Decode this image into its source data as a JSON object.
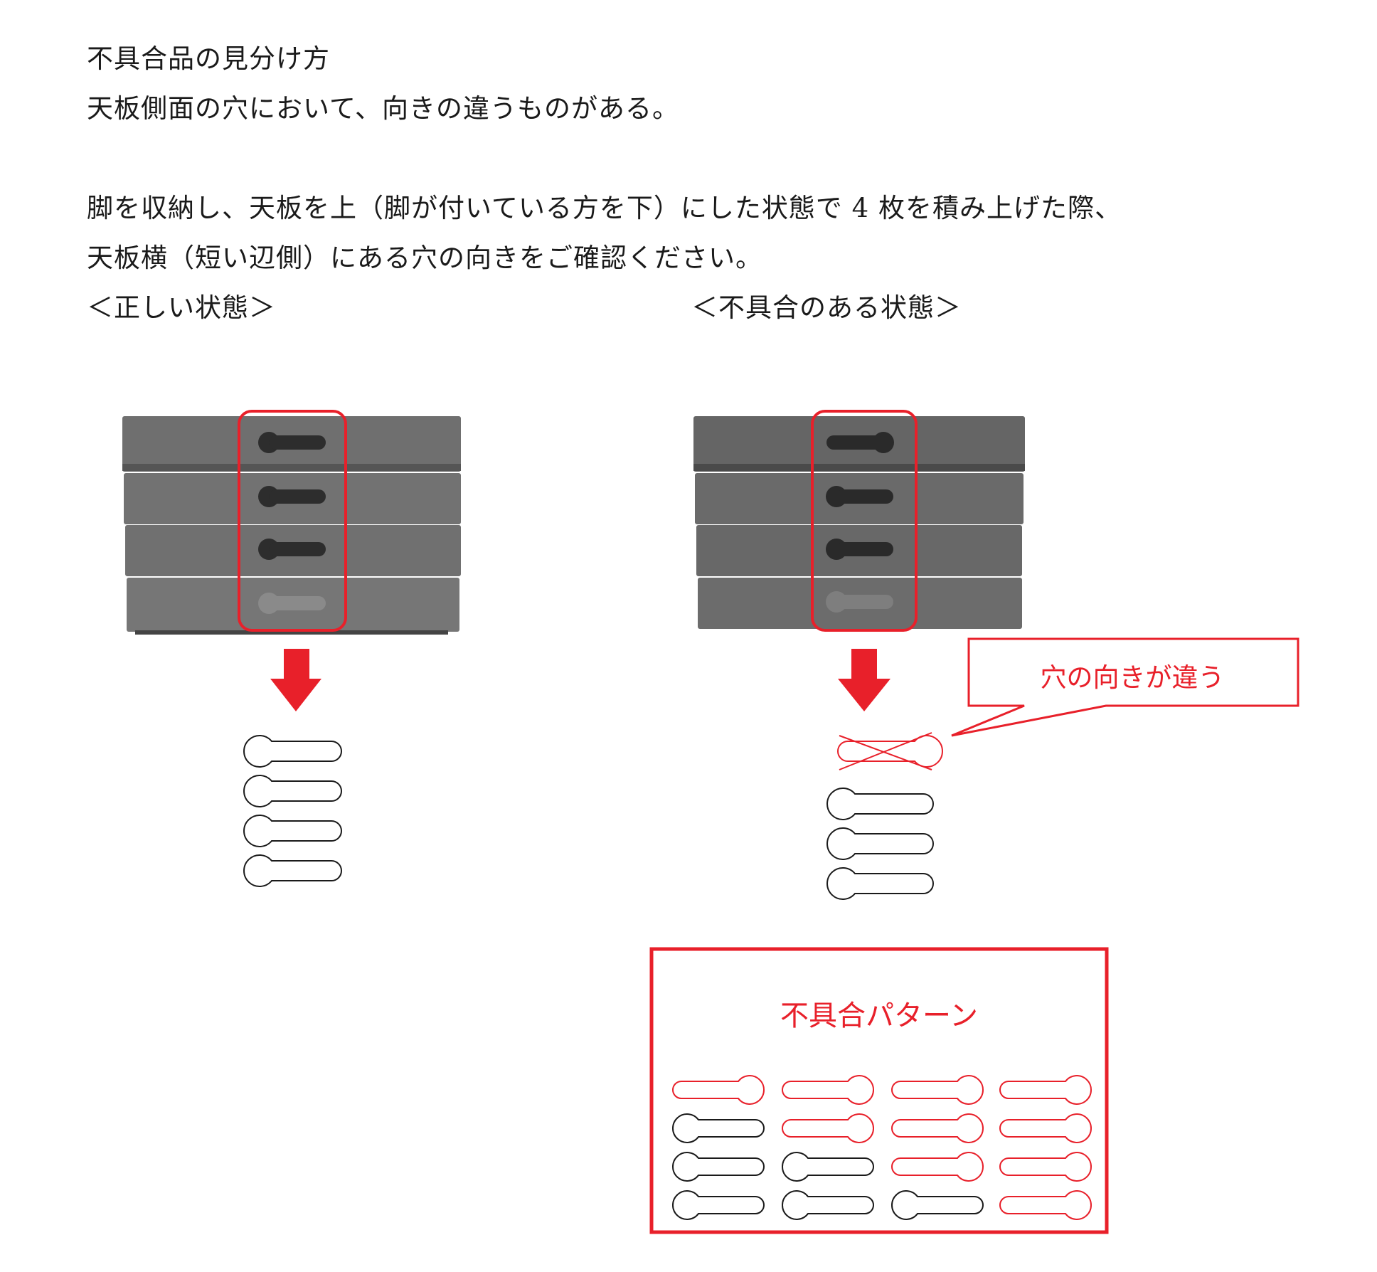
{
  "text": {
    "line1": "不具合品の見分け方",
    "line2": "天板側面の穴において、向きの違うものがある。",
    "line3": "脚を収納し、天板を上（脚が付いている方を下）にした状態で 4 枚を積み上げた際、",
    "line4": "天板横（短い辺側）にある穴の向きをご確認ください。"
  },
  "correct": {
    "heading": "＜正しい状態＞"
  },
  "defective": {
    "heading": "＜不具合のある状態＞",
    "callout": "穴の向きが違う"
  },
  "patterns": {
    "title": "不具合パターン",
    "columns": [
      [
        "reversed",
        "normal",
        "normal",
        "normal"
      ],
      [
        "reversed",
        "reversed",
        "normal",
        "normal"
      ],
      [
        "reversed",
        "reversed",
        "reversed",
        "normal"
      ],
      [
        "reversed",
        "reversed",
        "reversed",
        "reversed"
      ]
    ]
  },
  "colors": {
    "accent": "#e8202a",
    "board": "#6e6e6e",
    "outline": "#1a1a1a"
  }
}
